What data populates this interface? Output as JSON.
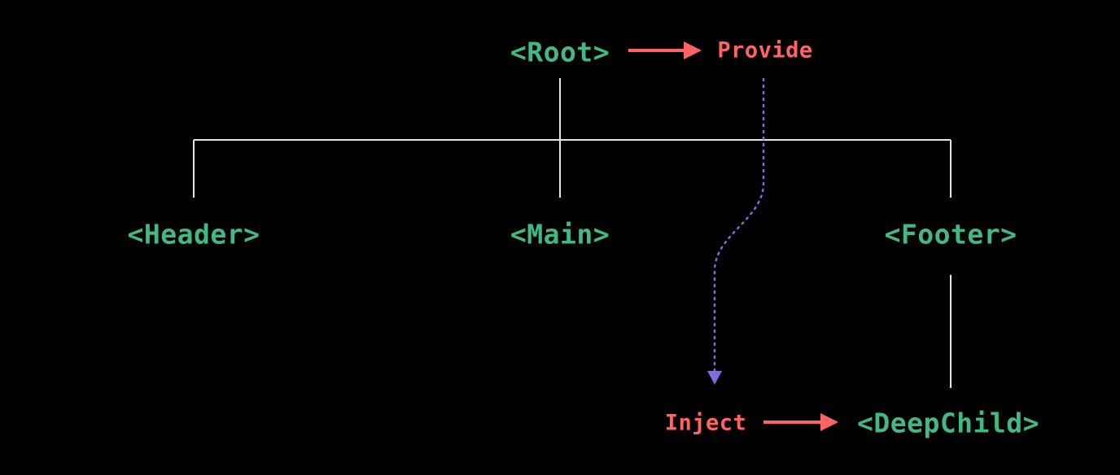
{
  "diagram": {
    "description": "Component tree showing provide and inject relationship",
    "nodes": {
      "root": "<Root>",
      "header": "<Header>",
      "main": "<Main>",
      "footer": "<Footer>",
      "deepchild": "<DeepChild>"
    },
    "annotations": {
      "provide": "Provide",
      "inject": "Inject"
    },
    "edges": [
      {
        "from": "root",
        "to": "header",
        "type": "tree"
      },
      {
        "from": "root",
        "to": "main",
        "type": "tree"
      },
      {
        "from": "root",
        "to": "footer",
        "type": "tree"
      },
      {
        "from": "footer",
        "to": "deepchild",
        "type": "tree"
      },
      {
        "from": "root",
        "to": "provide",
        "type": "solid-arrow"
      },
      {
        "from": "provide",
        "to": "inject",
        "type": "dotted-arrow"
      },
      {
        "from": "inject",
        "to": "deepchild",
        "type": "solid-arrow"
      }
    ],
    "colors": {
      "background": "#000000",
      "node_text": "#42b883",
      "annotation_text": "#ff6363",
      "solid_arrow": "#ff6363",
      "dotted_path": "#7c6fdc",
      "tree_line": "#e6e6e6"
    }
  }
}
